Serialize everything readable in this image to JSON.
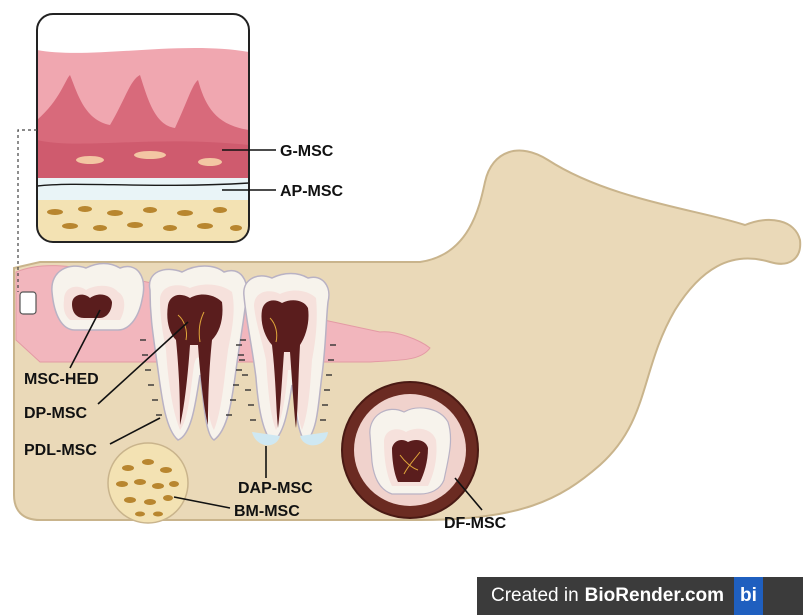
{
  "labels": {
    "g_msc": "G-MSC",
    "ap_msc": "AP-MSC",
    "msc_hed": "MSC-HED",
    "dp_msc": "DP-MSC",
    "pdl_msc": "PDL-MSC",
    "dap_msc": "DAP-MSC",
    "bm_msc": "BM-MSC",
    "df_msc": "DF-MSC"
  },
  "credit": {
    "prefix": "Created in",
    "brand": "BioRender.com",
    "logo": "bi"
  },
  "colors": {
    "bone": "#ead9b8",
    "bone_outline": "#c9b48c",
    "gingiva": "#f2b6bd",
    "pulp": "#5a1d1d",
    "enamel": "#f7f3ec",
    "dentin": "#f6e1dc",
    "follicle": "#6b2b22",
    "label_text": "#111111"
  }
}
